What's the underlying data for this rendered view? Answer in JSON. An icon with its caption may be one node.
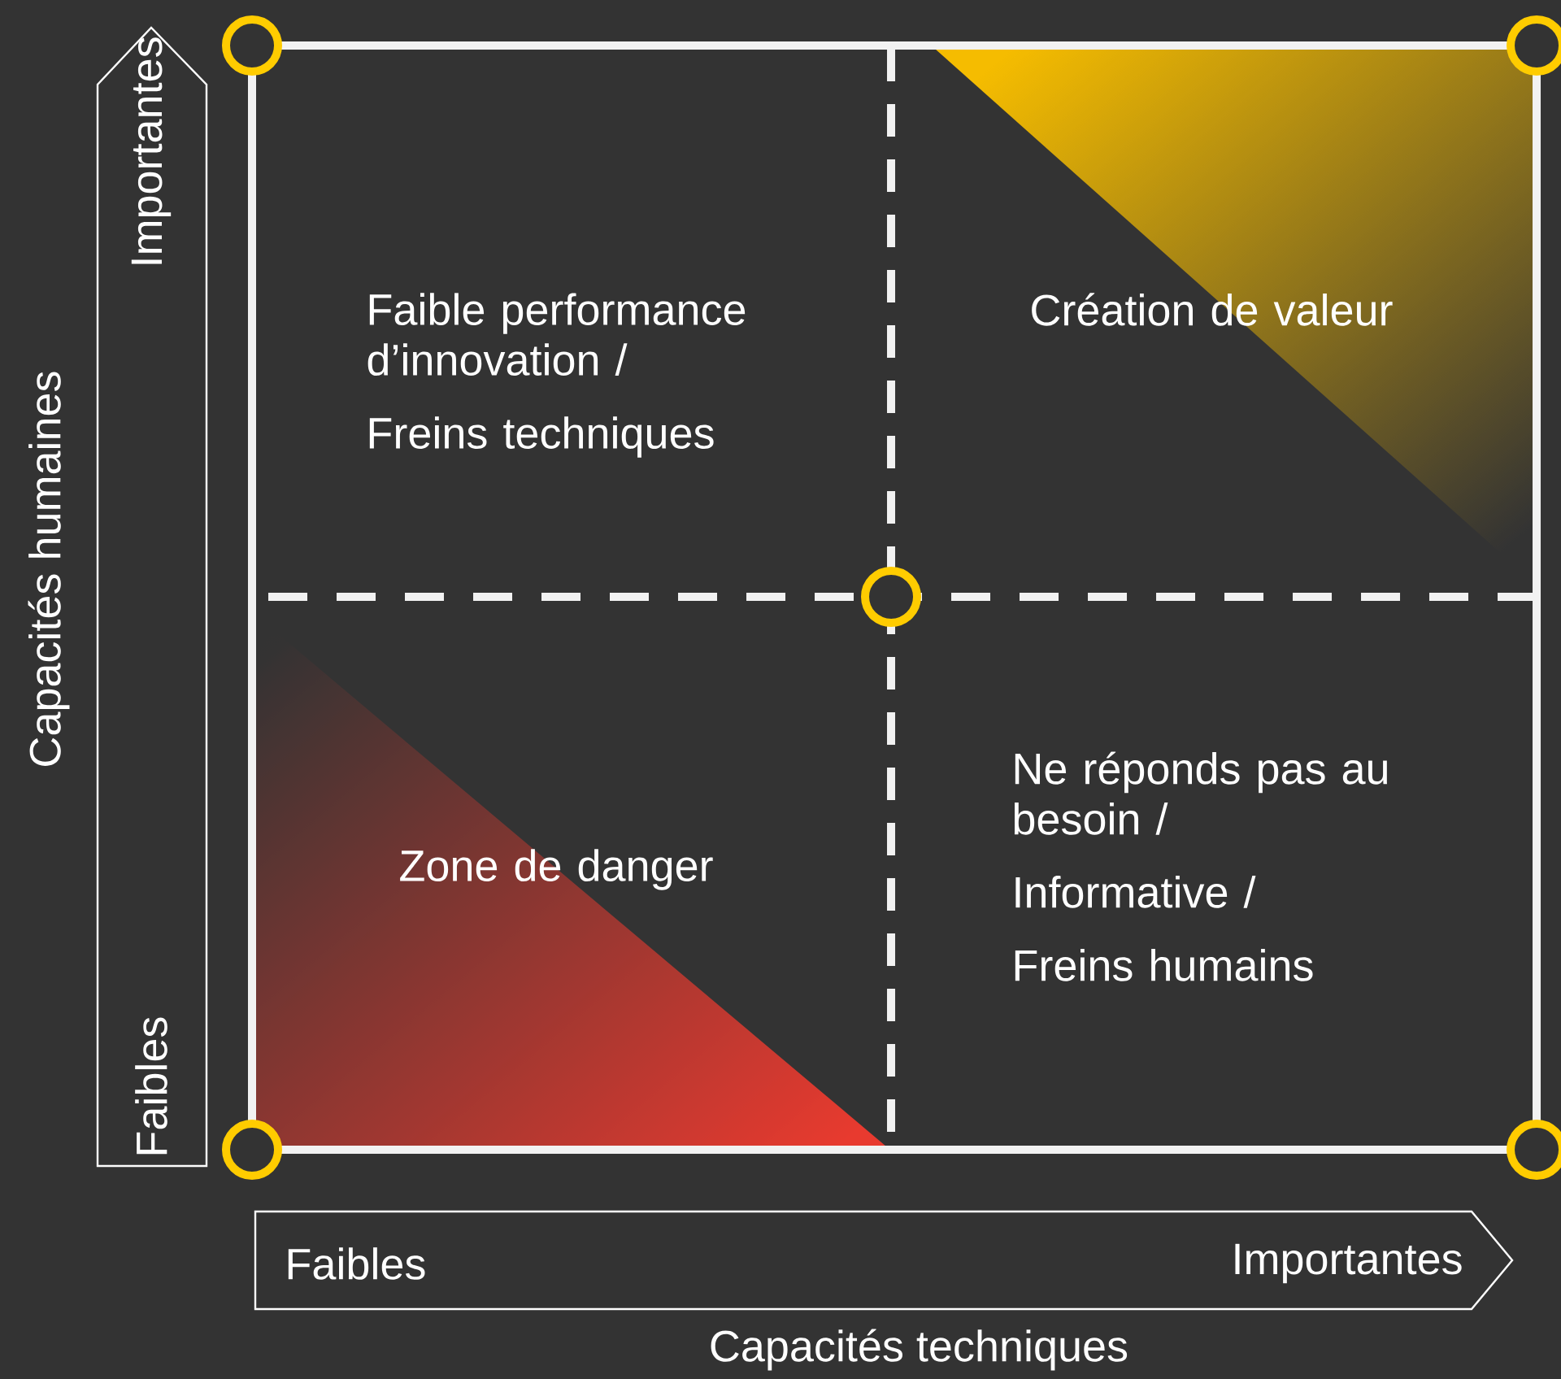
{
  "diagram": {
    "nodes": [
      {
        "text": [
          "Faible performance d’innovation /",
          "Freins techniques"
        ]
      },
      {
        "text": [
          "Création de valeur"
        ]
      },
      {
        "text": [
          "Zone de danger"
        ]
      },
      {
        "text": [
          "Ne réponds pas au besoin /",
          "Informative /",
          "Freins humains"
        ]
      },
      {
        "text": [
          "Importantes",
          "Faibles"
        ]
      },
      {
        "text": [
          "Faibles",
          "Importantes"
        ]
      }
    ],
    "labels": [
      "Capacités humaines",
      "Capacités techniques"
    ]
  }
}
